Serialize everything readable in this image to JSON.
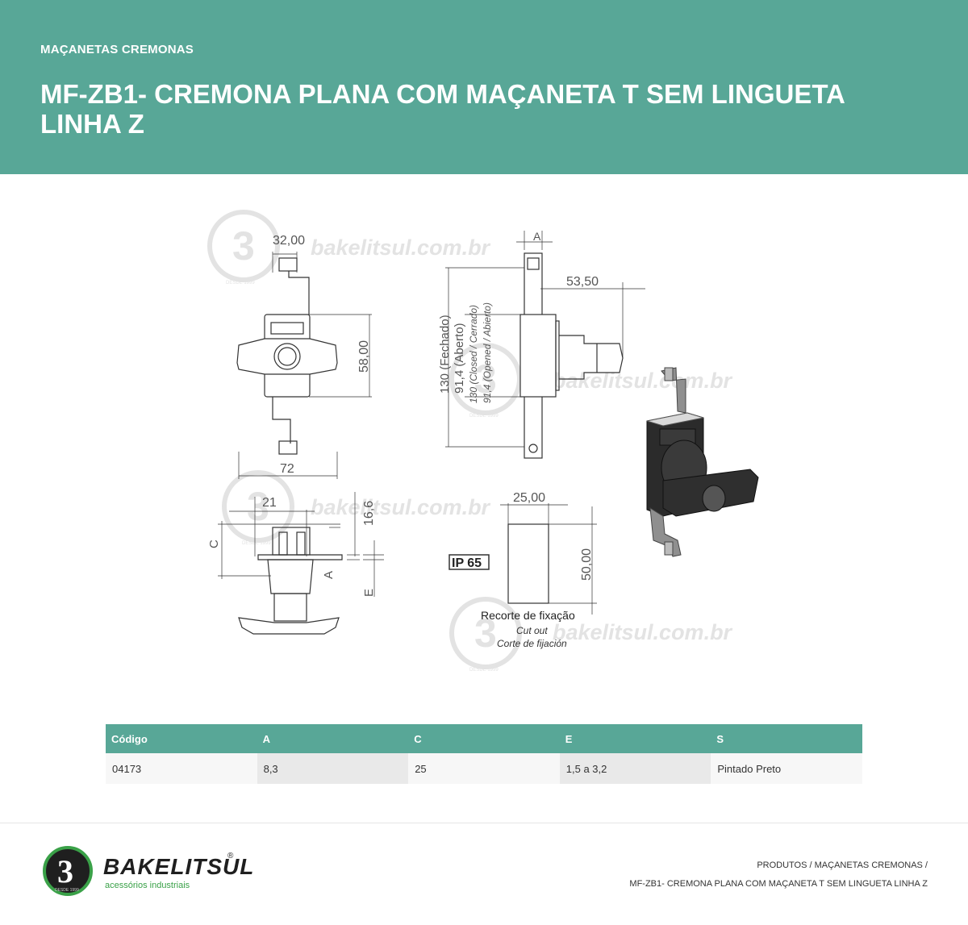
{
  "header": {
    "category": "MAÇANETAS CREMONAS",
    "title": "MF-ZB1- CREMONA PLANA COM MAÇANETA T SEM LINGUETA LINHA Z"
  },
  "drawing": {
    "watermark": "bakelitsul.com.br",
    "watermark_tag": "DESDE 1999",
    "front_width_top": "32,00",
    "front_height": "58,00",
    "front_width_bottom": "72",
    "side_top_a": "A",
    "side_offset": "53,50",
    "side_closed_pt": "130 (Fechado)",
    "side_open_pt": "91,4 (Aberto)",
    "side_closed_en_es": "130 (Closed / Cerrado)",
    "side_open_en_es": "91,4 (Opened / Abierto)",
    "bottom_width": "21",
    "bottom_height": "16,6",
    "bottom_c": "C",
    "bottom_a": "A",
    "bottom_e": "E",
    "ip_rating": "IP 65",
    "cutout_width": "25,00",
    "cutout_height": "50,00",
    "cutout_label_pt": "Recorte de fixação",
    "cutout_label_en": "Cut out",
    "cutout_label_es": "Corte de fijación"
  },
  "table": {
    "headers": [
      "Código",
      "A",
      "C",
      "E",
      "S"
    ],
    "rows": [
      [
        "04173",
        "8,3",
        "25",
        "1,5 a 3,2",
        "Pintado Preto"
      ]
    ]
  },
  "footer": {
    "brand": "BAKELITSUL",
    "registered": "®",
    "tagline": "acessórios industriais",
    "logo_tag": "DESDE 1999",
    "breadcrumb_line1": "PRODUTOS / MAÇANETAS CREMONAS /",
    "breadcrumb_line2": "MF-ZB1- CREMONA PLANA COM MAÇANETA T SEM LINGUETA LINHA Z"
  },
  "colors": {
    "brand_green": "#58a797",
    "logo_green": "#3aa148"
  }
}
